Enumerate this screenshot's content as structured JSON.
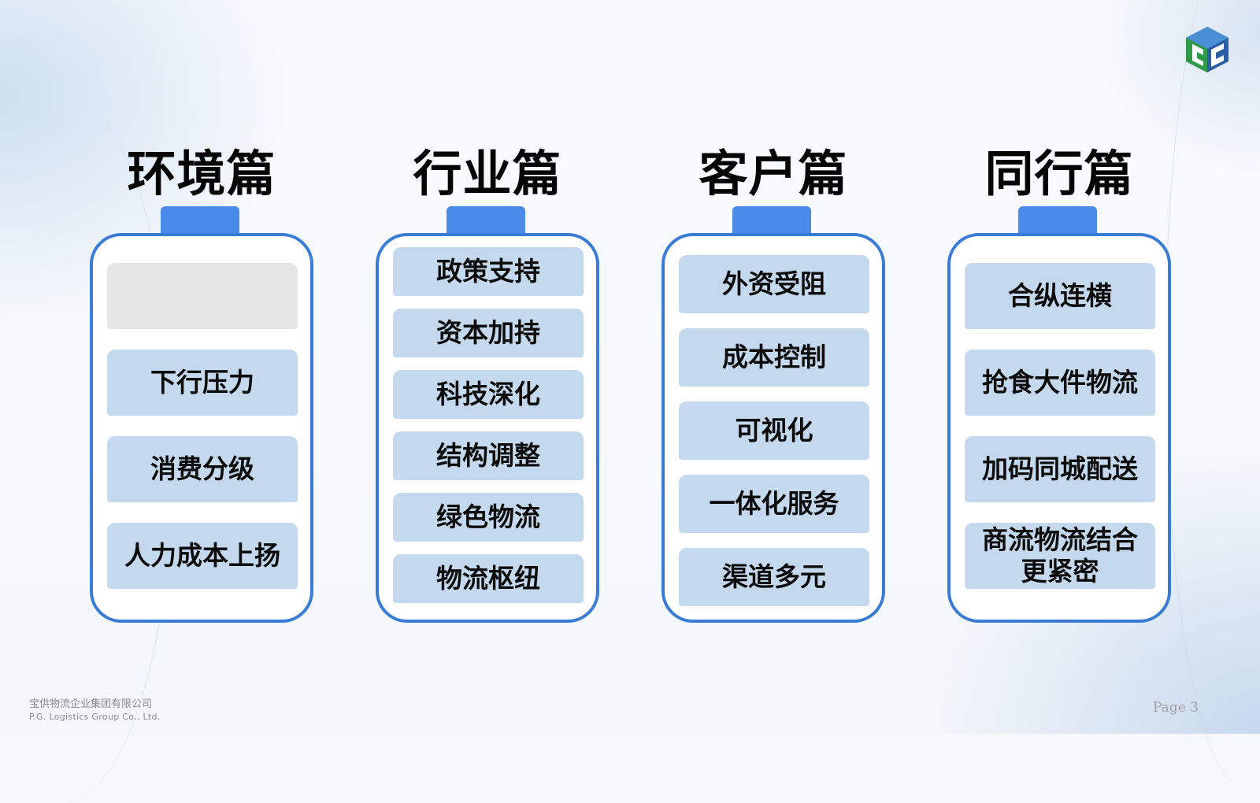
{
  "columns": [
    {
      "title": "环境篇",
      "items": [
        "",
        "下行压力",
        "消费分级",
        "人力成本上扬"
      ]
    },
    {
      "title": "行业篇",
      "items": [
        "政策支持",
        "资本加持",
        "科技深化",
        "结构调整",
        "绿色物流",
        "物流枢纽"
      ]
    },
    {
      "title": "客户篇",
      "items": [
        "外资受阻",
        "成本控制",
        "可视化",
        "一体化服务",
        "渠道多元"
      ]
    },
    {
      "title": "同行篇",
      "items": [
        "合纵连横",
        "抢食大件物流",
        "加码同城配送",
        "商流物流结合\n更紧密"
      ]
    }
  ],
  "footer": {
    "company_cn": "宝供物流企业集团有限公司",
    "company_en": "P.G. Logistics Group Co., Ltd.",
    "page": "Page 3"
  },
  "colors": {
    "accent": "#3a7bd6",
    "tab": "#4a8ae8",
    "item_bg": "#c4d8ee",
    "empty_bg": "#e6e6e6"
  },
  "icons": {
    "logo": "pg-logistics-logo-icon"
  }
}
